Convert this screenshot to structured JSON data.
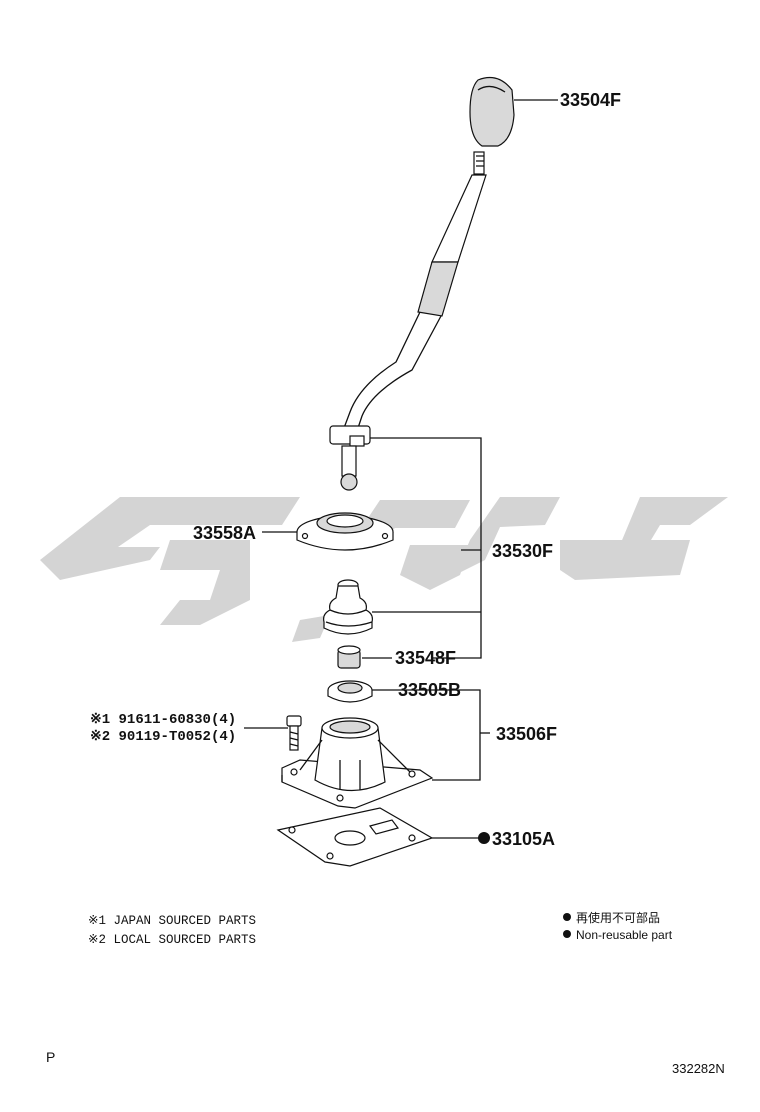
{
  "parts": {
    "knob": "33504F",
    "shift_lever_assy": "33530F",
    "retainer": "33558A",
    "boot": "33548F",
    "bushing": "33505B",
    "housing": "33506F",
    "gasket": "33105A",
    "bolt_1": "※1 91611-60830(4)",
    "bolt_2": "※2 90119-T0052(4)"
  },
  "notes": {
    "japan": "※1 JAPAN SOURCED PARTS",
    "local": "※2 LOCAL SOURCED PARTS"
  },
  "legend": {
    "jp": "再使用不可部品",
    "en": "Non-reusable part"
  },
  "footer": {
    "left": "P",
    "code": "332282N"
  }
}
